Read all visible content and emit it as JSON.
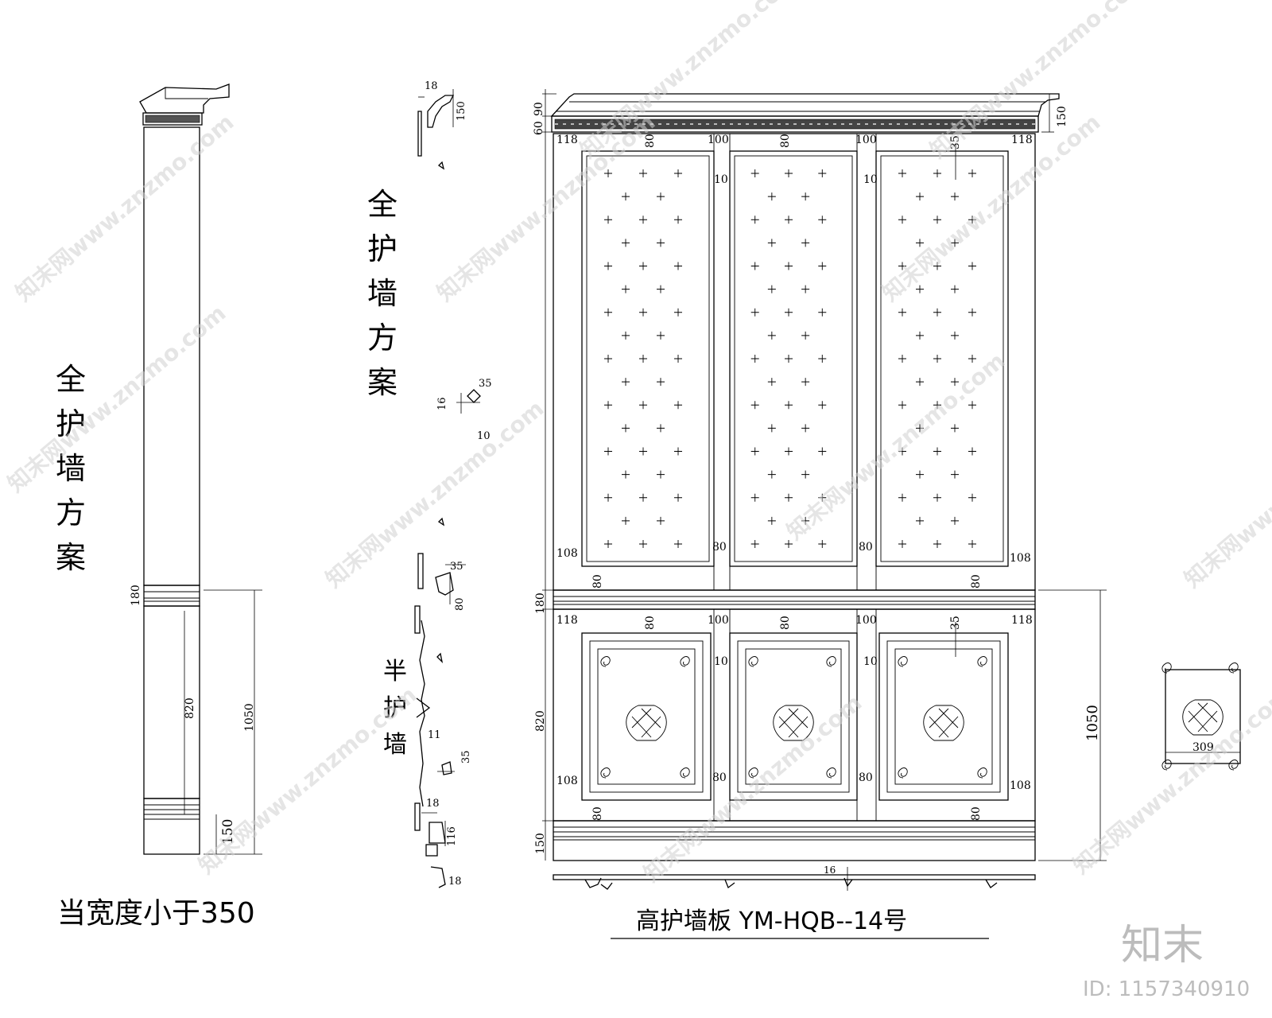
{
  "labels": {
    "left_vertical_title": "全护墙方案",
    "mid_vertical_title": "全护墙方案",
    "half_wall_label": "半护墙",
    "left_caption": "当宽度小于350",
    "main_caption": "高护墙板 YM-HQB--14号",
    "brand_logo_text": "知末",
    "id_text": "ID: 1157340910",
    "watermark_text": "知末网www.znzmo.com"
  },
  "dimensions": {
    "left_column": {
      "rail": "180",
      "lower_panel": "820",
      "total": "1050",
      "base": "150"
    },
    "profile": {
      "crown_top": "18",
      "crown_h": "150",
      "mid_35": "35",
      "mid_16": "16",
      "mid_10": "10",
      "rail_35": "35",
      "rail_80": "80",
      "chair_11": "11",
      "chair_35": "35",
      "base_18a": "18",
      "base_116": "116",
      "base_18b": "18"
    },
    "elevation": {
      "cornice_60": "60",
      "cornice_90": "90",
      "cornice_150": "150",
      "stile_118": "118",
      "rail_80": "80",
      "stile_100": "100",
      "gap_10": "10",
      "gap_35": "35",
      "lower_108": "108",
      "rail_180": "180",
      "lower_820": "820",
      "base_150": "150",
      "total_1050": "1050",
      "bottom_16": "16"
    },
    "detail": {
      "width_309": "309"
    }
  }
}
